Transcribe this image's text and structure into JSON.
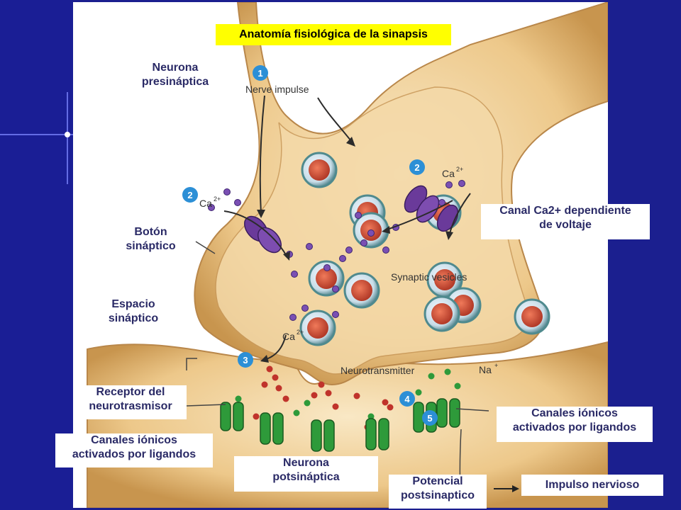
{
  "title": "Anatomía fisiológica de la sinapsis",
  "colors": {
    "background": "#1b1f8f",
    "title_bg": "#ffff00",
    "label_text": "#2a2a66",
    "neuron": "#e9c27f",
    "channel": "#6a3a9a",
    "receptor": "#2e9a3a"
  },
  "labels": {
    "presynaptic": [
      "Neurona",
      "presináptica"
    ],
    "bouton": [
      "Botón",
      "sináptico"
    ],
    "cleft": [
      "Espacio",
      "sináptico"
    ],
    "receptor": [
      "Receptor del",
      "neurotrasmisor"
    ],
    "channels_left": [
      "Canales iónicos",
      "activados por ligandos"
    ],
    "ca_channel": [
      "Canal Ca2+ dependiente",
      "de voltaje"
    ],
    "channels_right": [
      "Canales iónicos",
      "activados por ligandos"
    ],
    "postsynaptic": [
      "Neurona",
      "potsináptica"
    ],
    "potential": [
      "Potencial",
      "postsinaptico"
    ],
    "impulse": "Impulso nervioso"
  },
  "figure": {
    "nerve_impulse": "Nerve impulse",
    "synaptic_vesicles": "Synaptic vesicles",
    "neurotransmitter": "Neurotransmitter",
    "ca_ion": "Ca",
    "ca_charge": "2+",
    "na_ion": "Na",
    "na_charge": "+",
    "steps": [
      "1",
      "2",
      "2",
      "3",
      "4",
      "5"
    ]
  }
}
